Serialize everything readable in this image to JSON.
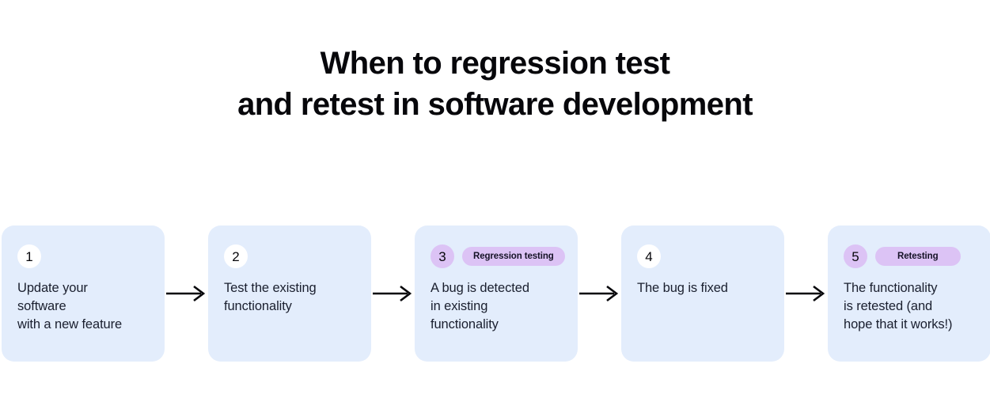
{
  "title": {
    "lines": [
      "When to regression test",
      "and retest in software development"
    ]
  },
  "colors": {
    "card_background": "#e3edfc",
    "badge_default": "#ffffff",
    "badge_highlight": "#dcc3f5",
    "pill_background": "#dcc3f5",
    "text": "#1a1f2e",
    "title_text": "#07070b",
    "arrow": "#07070b",
    "page_background": "#ffffff"
  },
  "flow": {
    "arrow_icon_name": "arrow-right-icon",
    "steps": [
      {
        "number": "1",
        "badge_style": "default",
        "tag": "",
        "has_tag": false,
        "lines": [
          "Update your",
          "software",
          "with a new feature"
        ]
      },
      {
        "number": "2",
        "badge_style": "default",
        "tag": "",
        "has_tag": false,
        "lines": [
          "Test the existing",
          "functionality"
        ]
      },
      {
        "number": "3",
        "badge_style": "highlight",
        "tag": "Regression testing",
        "has_tag": true,
        "lines": [
          "A bug is detected",
          "in existing",
          "functionality"
        ]
      },
      {
        "number": "4",
        "badge_style": "default",
        "tag": "",
        "has_tag": false,
        "lines": [
          "The bug is fixed"
        ]
      },
      {
        "number": "5",
        "badge_style": "highlight",
        "tag": "Retesting",
        "has_tag": true,
        "lines": [
          "The functionality",
          "is retested (and",
          "hope that it works!)"
        ]
      }
    ]
  }
}
